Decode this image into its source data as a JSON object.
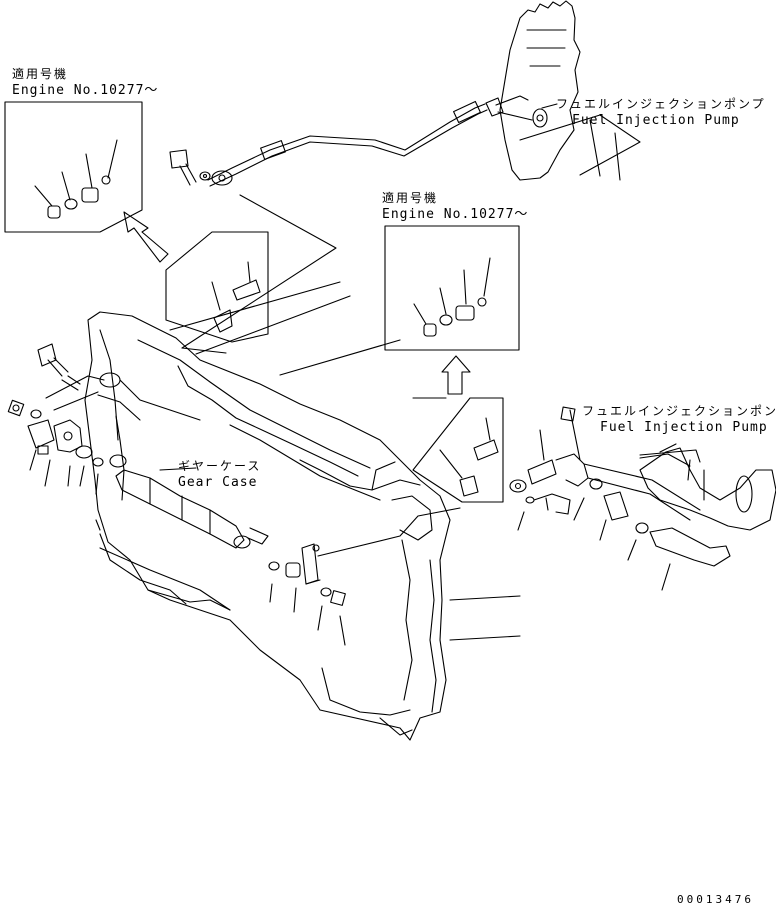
{
  "labels": {
    "applicable_upper_jp": "適用号機",
    "applicable_upper_en": "Engine No.10277～",
    "applicable_mid_jp": "適用号機",
    "applicable_mid_en": "Engine No.10277～",
    "fuel_pump_upper_jp": "フュエルインジェクションポンプ",
    "fuel_pump_upper_en": "Fuel Injection Pump",
    "fuel_pump_right_jp": "フュエルインジェクションポンプ",
    "fuel_pump_right_en": "Fuel Injection Pump",
    "gear_case_jp": "ギヤーケース",
    "gear_case_en": "Gear Case",
    "document_number": "00013476"
  },
  "colors": {
    "ink": "#000000",
    "paper": "#ffffff"
  }
}
